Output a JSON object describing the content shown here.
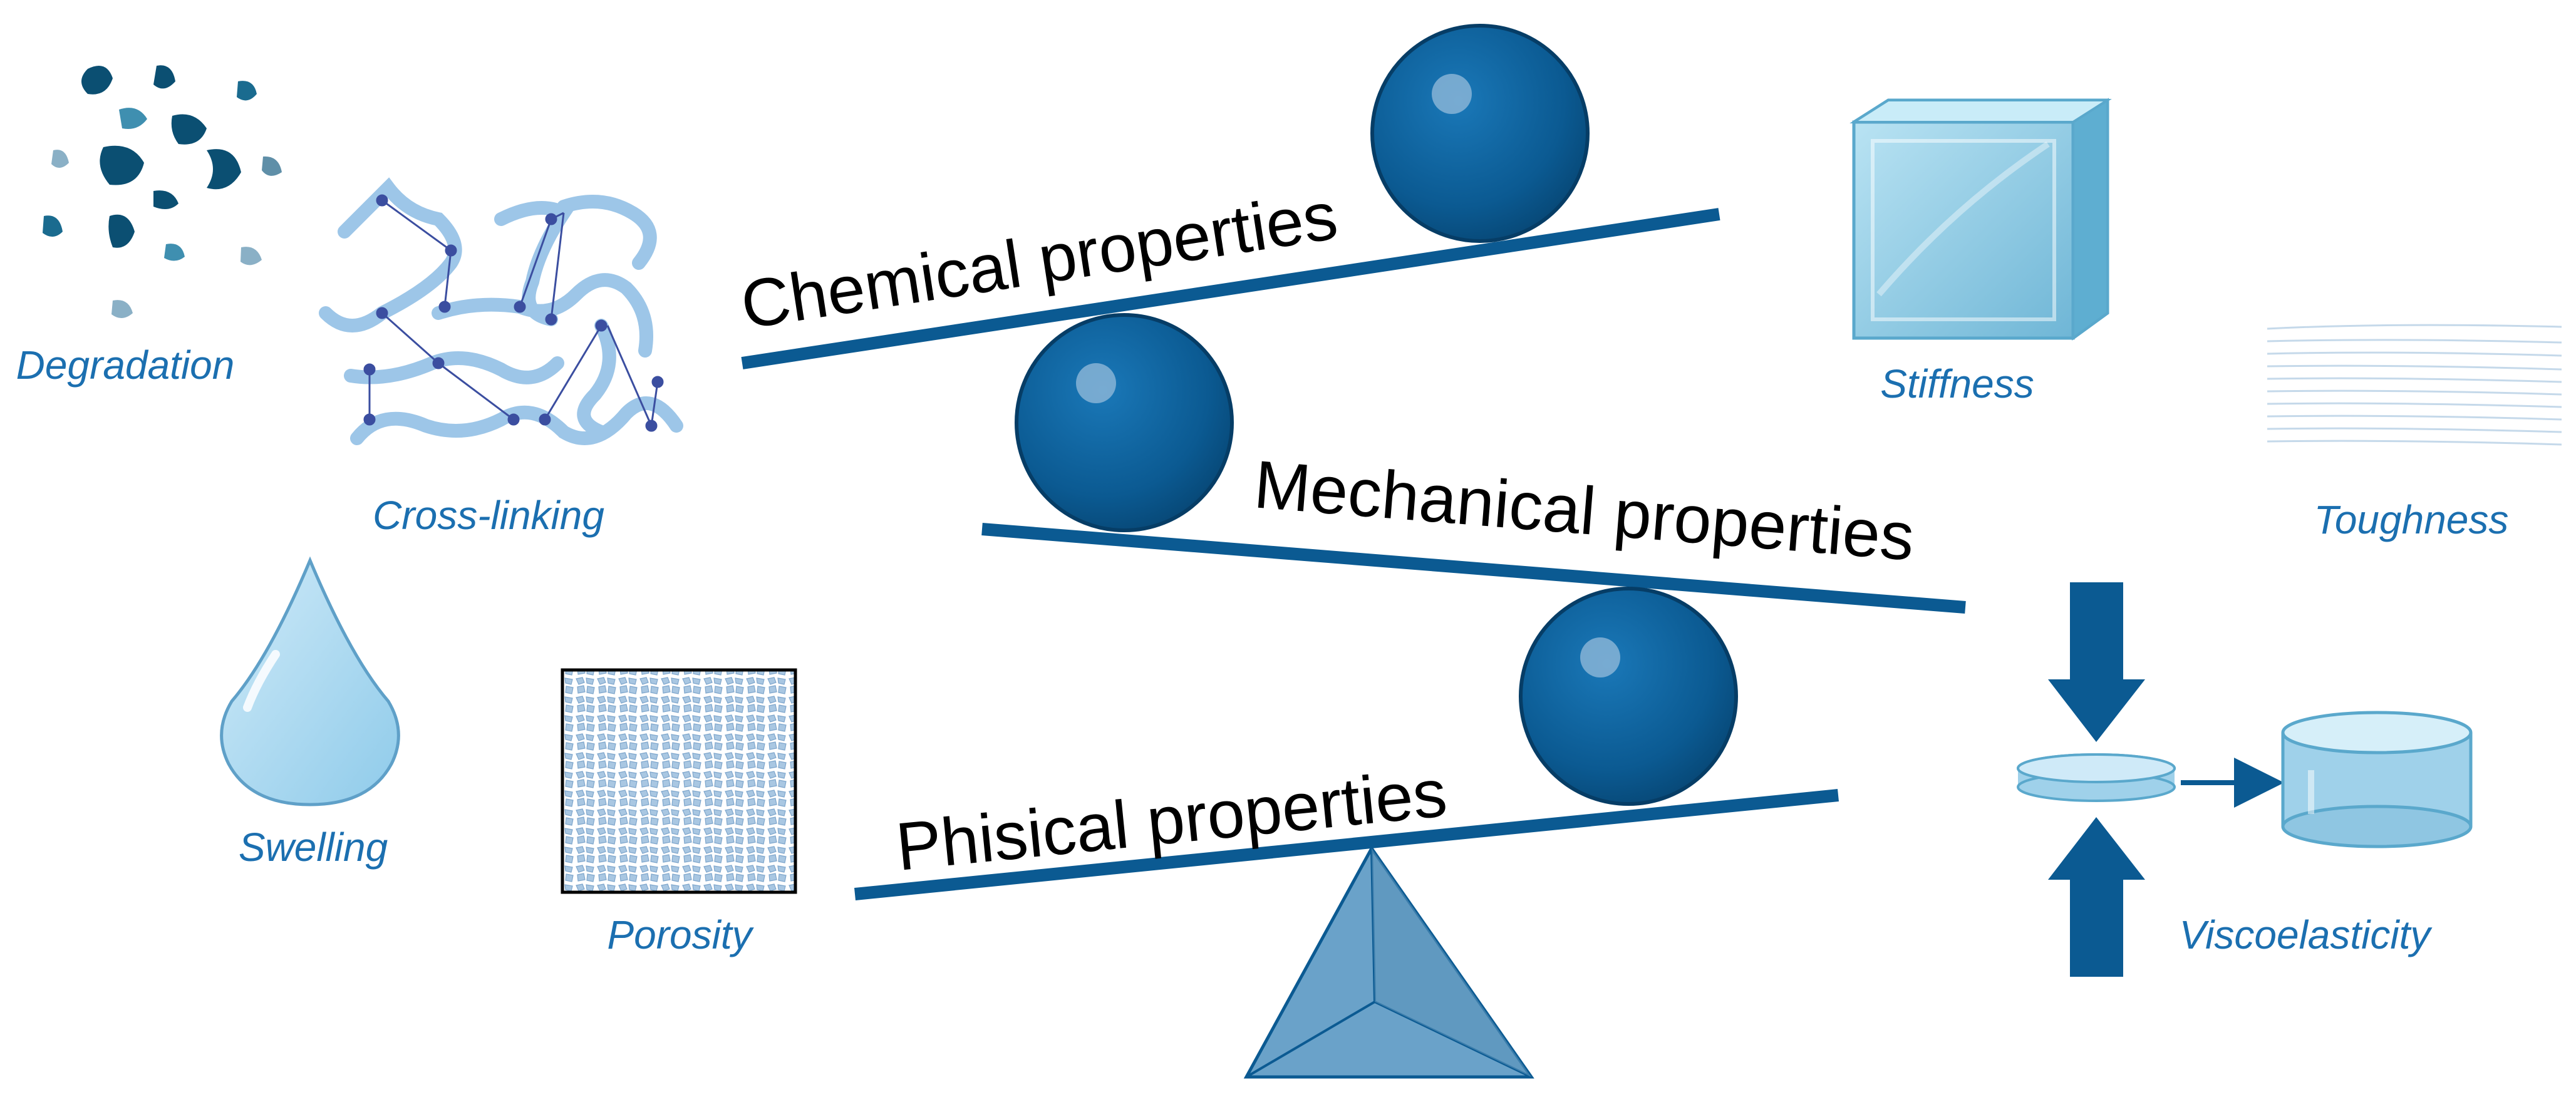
{
  "colors": {
    "beam": "#0b5a92",
    "ball": "#0b5a92",
    "accent_text": "#1b6fb0",
    "main_text": "#000000",
    "light_blue": "#8ec3e6",
    "ice": "#9fd3ea",
    "fulcrum": "#5c97c2"
  },
  "properties": {
    "chemical": "Chemical properties",
    "mechanical": "Mechanical properties",
    "physical": "Phisical properties"
  },
  "labels": {
    "degradation": "Degradation",
    "cross_linking": "Cross-linking",
    "swelling": "Swelling",
    "porosity": "Porosity",
    "stiffness": "Stiffness",
    "toughness": "Toughness",
    "viscoelasticity": "Viscoelasticity"
  },
  "icons": {
    "degradation": "degradation-fragments-icon",
    "cross_linking": "polymer-network-icon",
    "swelling": "water-drop-icon",
    "porosity": "porous-texture-icon",
    "stiffness": "ice-cube-icon",
    "toughness": "fiber-lines-icon",
    "viscoelasticity": "compression-disc-icon",
    "fulcrum": "pyramid-fulcrum-icon",
    "ball": "sphere-icon"
  }
}
